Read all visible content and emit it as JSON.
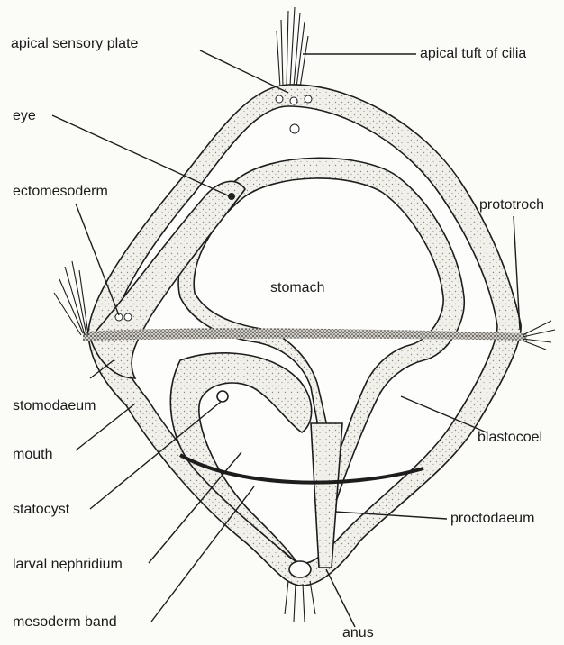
{
  "diagram": {
    "labels": {
      "apical_sensory_plate": "apical sensory plate",
      "apical_tuft_of_cilia": "apical tuft of cilia",
      "eye": "eye",
      "ectomesoderm": "ectomesoderm",
      "prototroch": "prototroch",
      "stomach": "stomach",
      "stomodaeum": "stomodaeum",
      "blastocoel": "blastocoel",
      "mouth": "mouth",
      "statocyst": "statocyst",
      "proctodaeum": "proctodaeum",
      "larval_nephridium": "larval nephridium",
      "mesoderm_band": "mesoderm band",
      "anus": "anus"
    },
    "colors": {
      "ink": "#1d1d1d",
      "paper": "#fbfbf8",
      "stipple": "#8a8a86"
    }
  }
}
